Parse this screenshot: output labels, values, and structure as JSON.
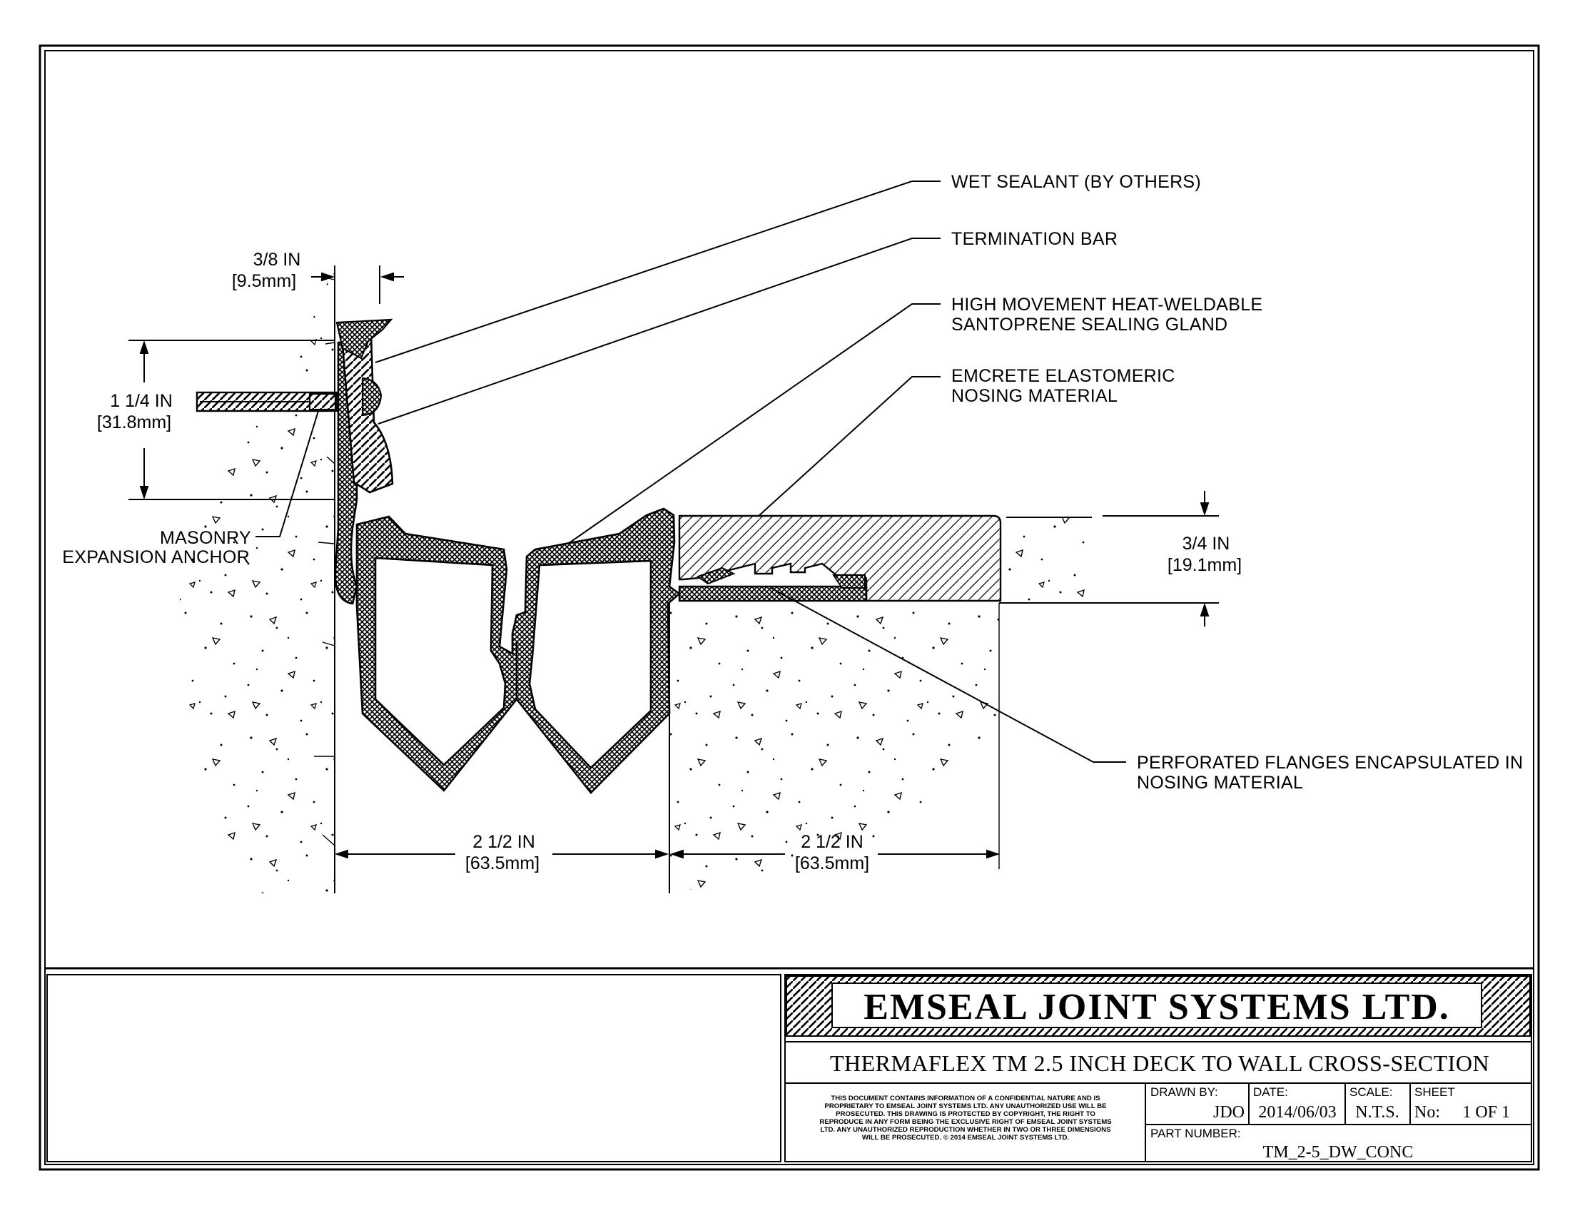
{
  "callouts": {
    "wet_sealant": "WET SEALANT (BY OTHERS)",
    "termination_bar": "TERMINATION BAR",
    "gland_line1": "HIGH MOVEMENT HEAT-WELDABLE",
    "gland_line2": "SANTOPRENE SEALING GLAND",
    "nosing_line1": "EMCRETE ELASTOMERIC",
    "nosing_line2": "NOSING MATERIAL",
    "flanges_line1": "PERFORATED FLANGES ENCAPSULATED IN",
    "flanges_line2": "NOSING MATERIAL",
    "anchor_line1": "MASONRY",
    "anchor_line2": "EXPANSION ANCHOR"
  },
  "dimensions": {
    "termination_thickness": {
      "imperial": "3/8 IN",
      "metric": "[9.5mm]"
    },
    "anchor_spacing": {
      "imperial": "1 1/4 IN",
      "metric": "[31.8mm]"
    },
    "nosing_depth": {
      "imperial": "3/4 IN",
      "metric": "[19.1mm]"
    },
    "joint_width": {
      "imperial": "2 1/2 IN",
      "metric": "[63.5mm]"
    },
    "nosing_width": {
      "imperial": "2 1/2 IN",
      "metric": "[63.5mm]"
    }
  },
  "title_block": {
    "company": "EMSEAL JOINT SYSTEMS LTD.",
    "drawing_title": "THERMAFLEX TM 2.5 INCH DECK TO WALL CROSS-SECTION",
    "legal_lines": [
      "THIS DOCUMENT CONTAINS INFORMATION OF A CONFIDENTIAL NATURE AND IS",
      "PROPRIETARY TO EMSEAL JOINT SYSTEMS LTD. ANY UNAUTHORIZED USE WILL BE",
      "PROSECUTED. THIS DRAWING IS PROTECTED BY COPYRIGHT, THE RIGHT TO",
      "REPRODUCE IN ANY FORM BEING THE EXCLUSIVE RIGHT OF EMSEAL JOINT SYSTEMS",
      "LTD. ANY UNAUTHORIZED REPRODUCTION WHETHER IN TWO OR THREE DIMENSIONS",
      "WILL BE PROSECUTED. © 2014 EMSEAL JOINT SYSTEMS LTD."
    ],
    "drawn_by_label": "DRAWN BY:",
    "drawn_by": "JDO",
    "date_label": "DATE:",
    "date": "2014/06/03",
    "scale_label": "SCALE:",
    "scale": "N.T.S.",
    "sheet_label": "SHEET",
    "sheet_no_label": "No:",
    "sheet_no": "1 OF 1",
    "part_number_label": "PART NUMBER:",
    "part_number": "TM_2-5_DW_CONC"
  }
}
